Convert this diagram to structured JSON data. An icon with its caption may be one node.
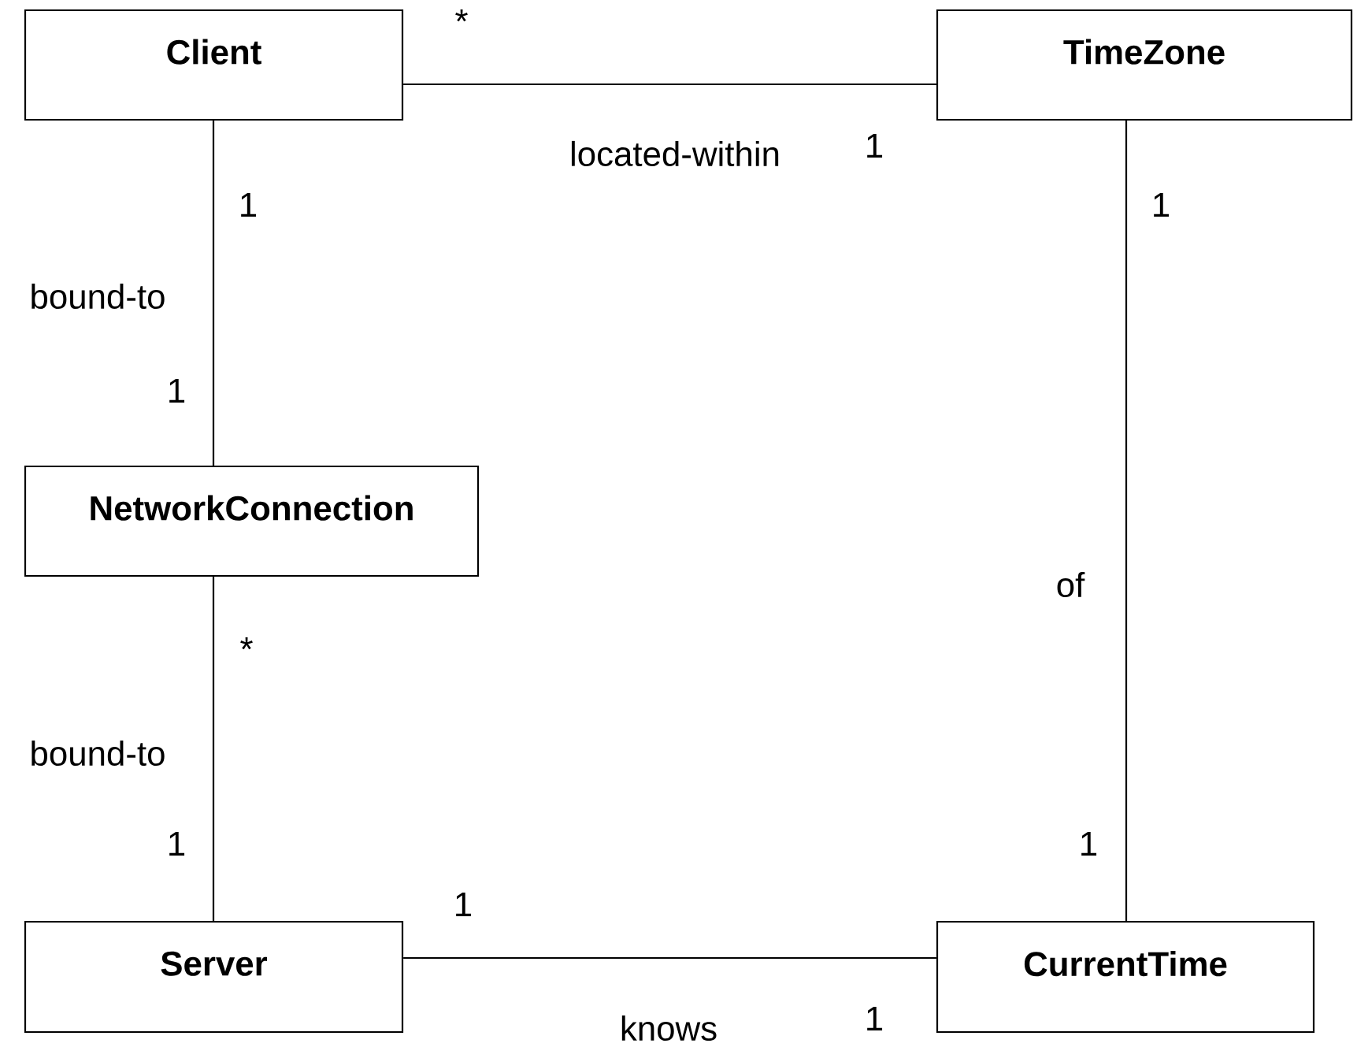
{
  "diagram": {
    "nodes": [
      {
        "text": [
          "Client"
        ]
      },
      {
        "text": [
          "TimeZone"
        ]
      },
      {
        "text": [
          "NetworkConnection"
        ]
      },
      {
        "text": [
          "Server"
        ]
      },
      {
        "text": [
          "CurrentTime"
        ]
      }
    ],
    "edges": [
      {
        "from": 0,
        "to": 1,
        "arrow": "none",
        "label": "located-within"
      },
      {
        "from": 0,
        "to": 2,
        "arrow": "none",
        "label": "bound-to"
      },
      {
        "from": 2,
        "to": 3,
        "arrow": "none",
        "label": "bound-to"
      },
      {
        "from": 1,
        "to": 4,
        "arrow": "none",
        "label": "of"
      },
      {
        "from": 3,
        "to": 4,
        "arrow": "none",
        "label": "knows"
      }
    ],
    "labels": [
      "*",
      "1",
      "1",
      "1",
      "1",
      "*",
      "1",
      "1",
      "1",
      "1"
    ]
  }
}
